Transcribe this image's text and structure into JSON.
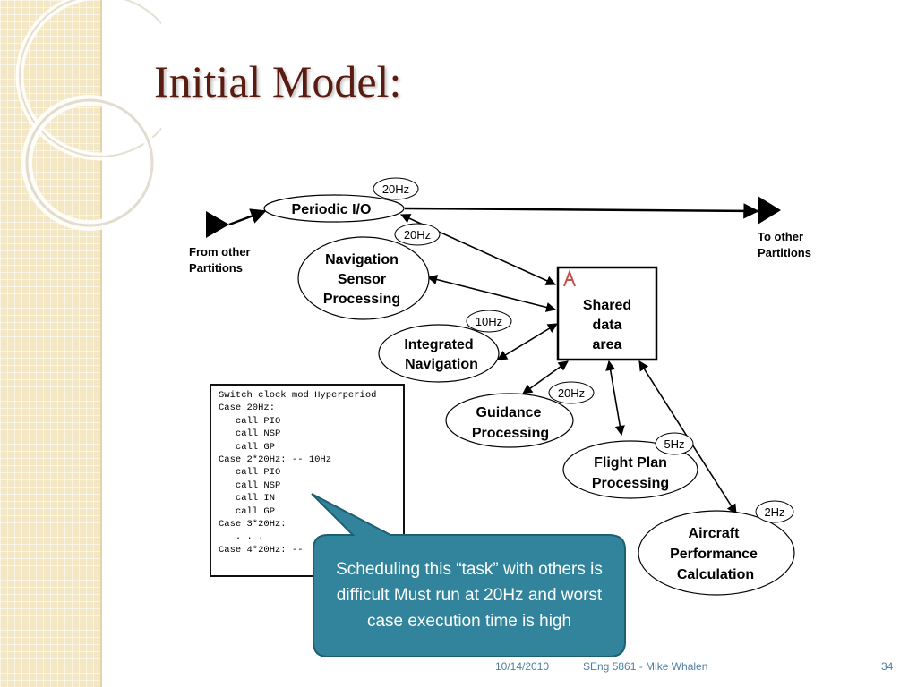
{
  "slide": {
    "title": "Initial Model:",
    "footer_date": "10/14/2010",
    "footer_center": "SEng 5861 - Mike Whalen",
    "page_number": "34"
  },
  "diagram": {
    "periodic_io": {
      "label": "Periodic I/O",
      "rate": "20Hz"
    },
    "nav_sensor": {
      "line1": "Navigation",
      "line2": "Sensor",
      "line3": "Processing",
      "rate": "20Hz"
    },
    "integrated_nav": {
      "line1": "Integrated",
      "line2": "Navigation",
      "rate": "10Hz"
    },
    "guidance": {
      "line1": "Guidance",
      "line2": "Processing",
      "rate": "20Hz"
    },
    "flight_plan": {
      "line1": "Flight Plan",
      "line2": "Processing",
      "rate": "5Hz"
    },
    "aircraft_perf": {
      "line1": "Aircraft",
      "line2": "Performance",
      "line3": "Calculation",
      "rate": "2Hz"
    },
    "shared_data": {
      "line1": "Shared",
      "line2": "data",
      "line3": "area"
    },
    "from_partitions": {
      "line1": "From other",
      "line2": "Partitions"
    },
    "to_partitions": {
      "line1": "To other",
      "line2": "Partitions"
    }
  },
  "code_box": {
    "lines": [
      "Switch clock mod Hyperperiod",
      "Case 20Hz:",
      "   call PIO",
      "   call NSP",
      "   call GP",
      "Case 2*20Hz: -- 10Hz",
      "   call PIO",
      "   call NSP",
      "   call IN",
      "   call GP",
      "Case 3*20Hz:",
      "   . . .",
      "Case 4*20Hz: --"
    ]
  },
  "callout": {
    "text": "Scheduling this “task” with others is difficult Must run at 20Hz and worst case execution time is high",
    "fill_color": "#31849b"
  },
  "colors": {
    "title": "#5a1c10",
    "footer": "#4d7fa3",
    "sidebar": "#f4e7c3"
  }
}
